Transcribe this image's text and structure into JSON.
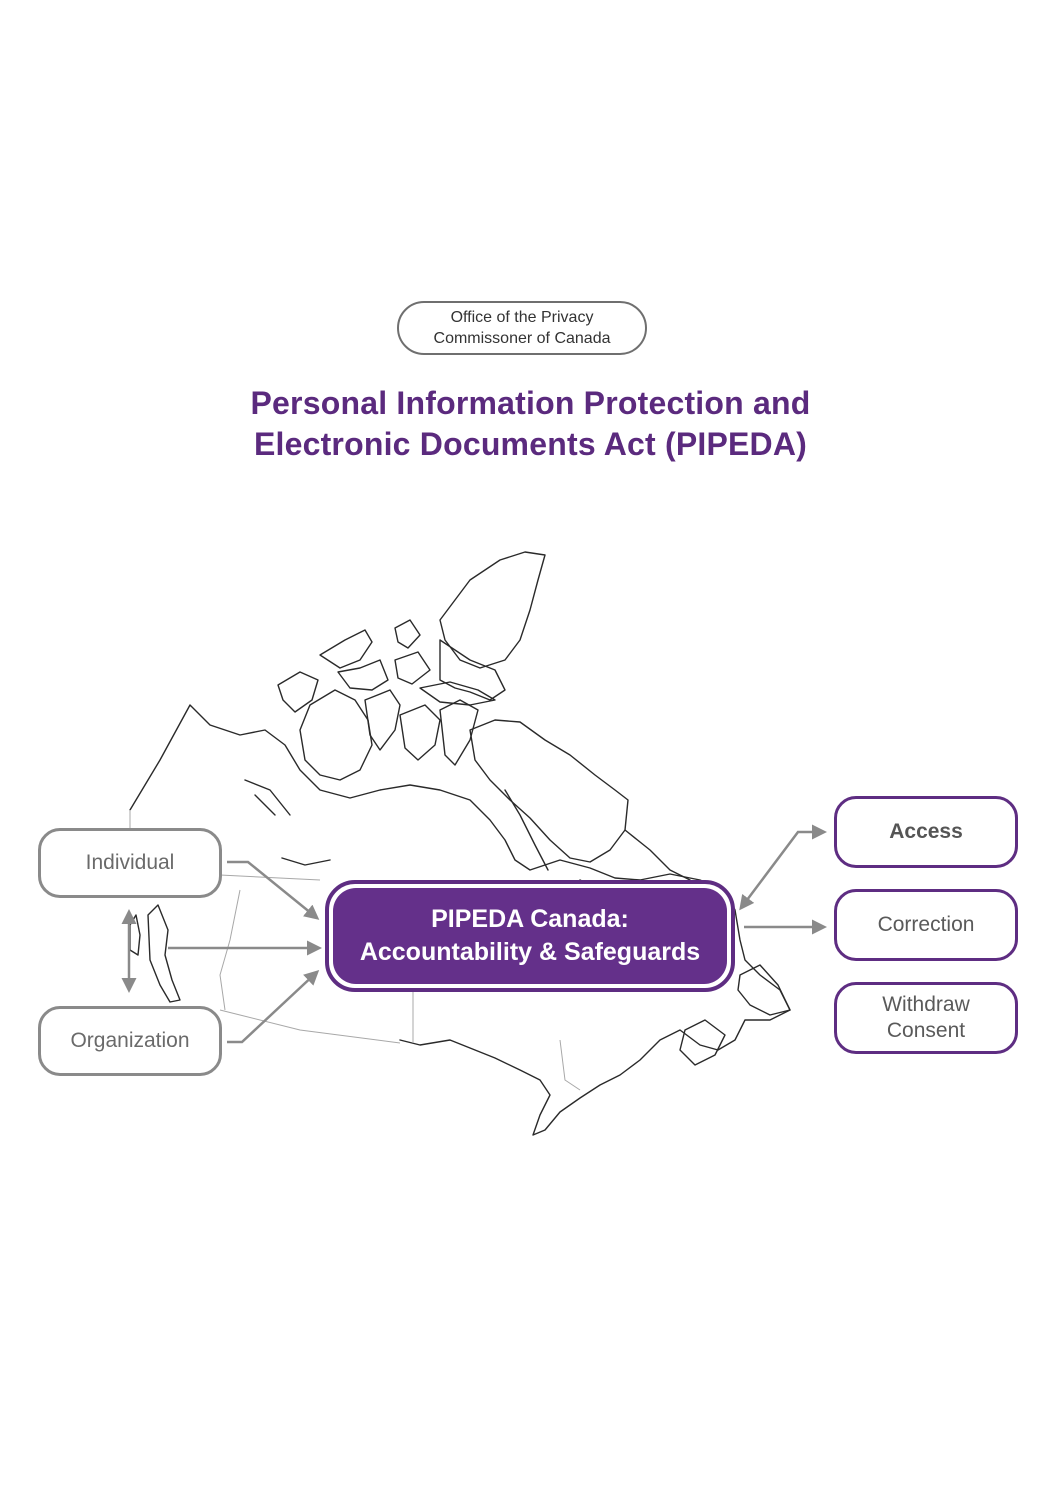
{
  "header": {
    "office_line1": "Office of the Privacy",
    "office_line2": "Commissoner of Canada",
    "title_line1": "Personal Information Protection and",
    "title_line2": "Electronic Documents Act (PIPEDA)"
  },
  "diagram": {
    "background": "map-of-canada-outline",
    "central": {
      "line1": "PIPEDA Canada:",
      "line2": "Accountability & Safeguards"
    },
    "left_nodes": [
      {
        "label": "Individual"
      },
      {
        "label": "Organization"
      }
    ],
    "right_nodes": [
      {
        "label": "Access"
      },
      {
        "label": "Correction"
      },
      {
        "label_line1": "Withdraw",
        "label_line2": "Consent"
      }
    ],
    "connections": [
      {
        "from": "Individual",
        "to": "PIPEDA Canada",
        "type": "arrow"
      },
      {
        "from": "Individual-Organization link",
        "to": "PIPEDA Canada",
        "type": "arrow"
      },
      {
        "from": "Organization",
        "to": "PIPEDA Canada",
        "type": "arrow"
      },
      {
        "from": "Individual",
        "to": "Organization",
        "type": "double-arrow"
      },
      {
        "from": "PIPEDA Canada",
        "to": "Access",
        "type": "double-arrow"
      },
      {
        "from": "PIPEDA Canada",
        "to": "Correction",
        "type": "arrow"
      }
    ]
  },
  "colors": {
    "brand_purple": "#5e2d82",
    "central_fill": "#64308a",
    "title_purple": "#5b2a7e",
    "connector_grey": "#8a8a8a"
  }
}
